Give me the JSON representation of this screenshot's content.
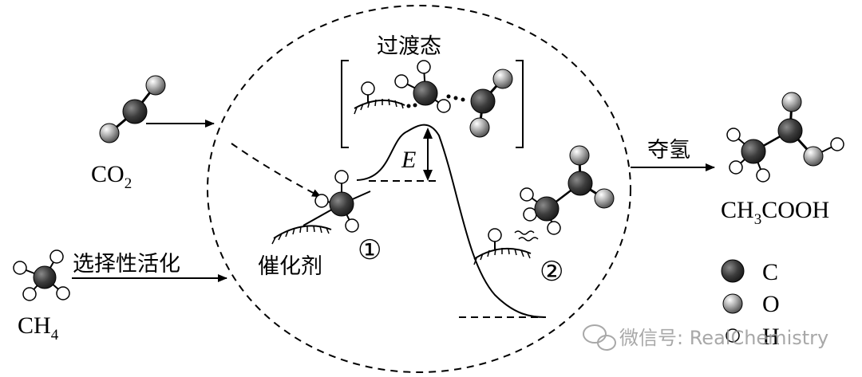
{
  "labels": {
    "co2_formula": "CO",
    "co2_sub": "2",
    "ch4_formula": "CH",
    "ch4_sub": "4",
    "selective_activation": "选择性活化",
    "catalyst": "催化剂",
    "transition_state": "过渡态",
    "activation_energy": "E",
    "step_1": "①",
    "step_2": "②",
    "dehydrogenation": "夺氢",
    "product_ch": "CH",
    "product_sub": "3",
    "product_cooh": "COOH"
  },
  "legend": [
    {
      "atom": "C",
      "icon": "dark-atom"
    },
    {
      "atom": "O",
      "icon": "gray-atom"
    },
    {
      "atom": "H",
      "icon": "white-atom"
    }
  ],
  "watermark": "微信号: RealChemistry",
  "colors": {
    "carbon": "#3d3d3d",
    "oxygen": "#9a9a9a",
    "hydrogen": "#ffffff",
    "line": "#000000"
  }
}
